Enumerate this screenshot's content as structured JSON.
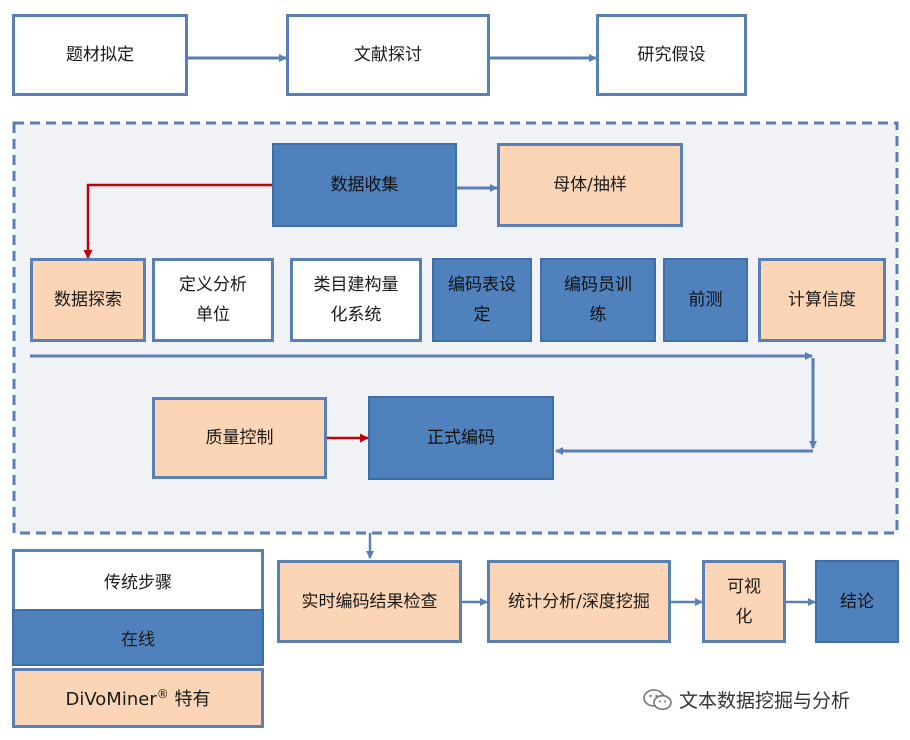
{
  "colors": {
    "stroke": "#5a80b3",
    "peach": "#fbd5b5",
    "blue": "#4f81bd",
    "red": "#c0000b",
    "panel": "#f1f2f6"
  },
  "nodes": {
    "topic": "题材拟定",
    "literature": "文献探讨",
    "hypothesis": "研究假设",
    "collect": "数据收集",
    "sampling": "母体/抽样",
    "explore": "数据探索",
    "unit": "定义分析单位",
    "category": "类目建构量化系统",
    "codebook": "编码表设定",
    "training": "编码员训练",
    "pretest": "前测",
    "reliability": "计算信度",
    "quality": "质量控制",
    "formal": "正式编码",
    "realtime": "实时编码结果检查",
    "stats": "统计分析/深度挖掘",
    "visual": "可视化",
    "conclusion": "结论"
  },
  "legend": {
    "traditional": "传统步骤",
    "online": "在线",
    "divominer_name": "DiVoMiner",
    "divominer_mark": "®",
    "divominer_suffix": "特有"
  },
  "watermark": {
    "text": "文本数据挖掘与分析",
    "icon": "wechat-icon"
  }
}
